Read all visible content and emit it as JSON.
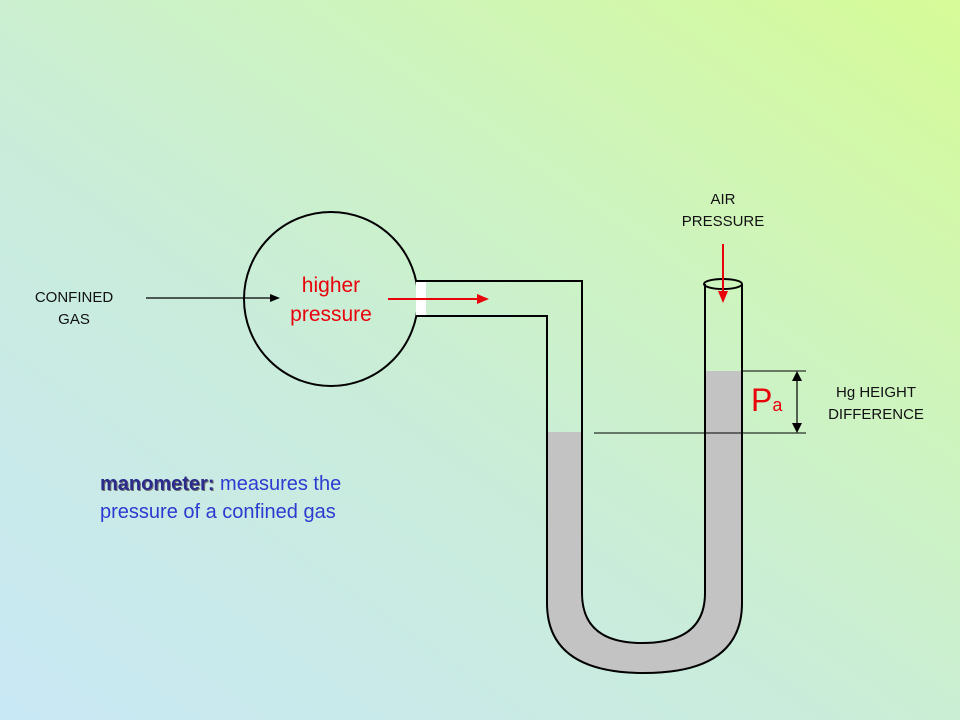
{
  "labels": {
    "air_pressure": [
      "AIR",
      "PRESSURE"
    ],
    "confined_gas": [
      "CONFINED",
      "GAS"
    ],
    "higher_pressure": [
      "higher",
      "pressure"
    ],
    "hg_height": [
      "Hg HEIGHT",
      "DIFFERENCE"
    ],
    "pa_main": "P",
    "pa_sub": "a"
  },
  "caption": {
    "term": "manometer:",
    "text": " measures the pressure of a confined gas"
  },
  "colors": {
    "accent": "#e8000b",
    "mercury": "#c3c3c3",
    "line": "#000000",
    "caption": "#2c3bd0"
  }
}
